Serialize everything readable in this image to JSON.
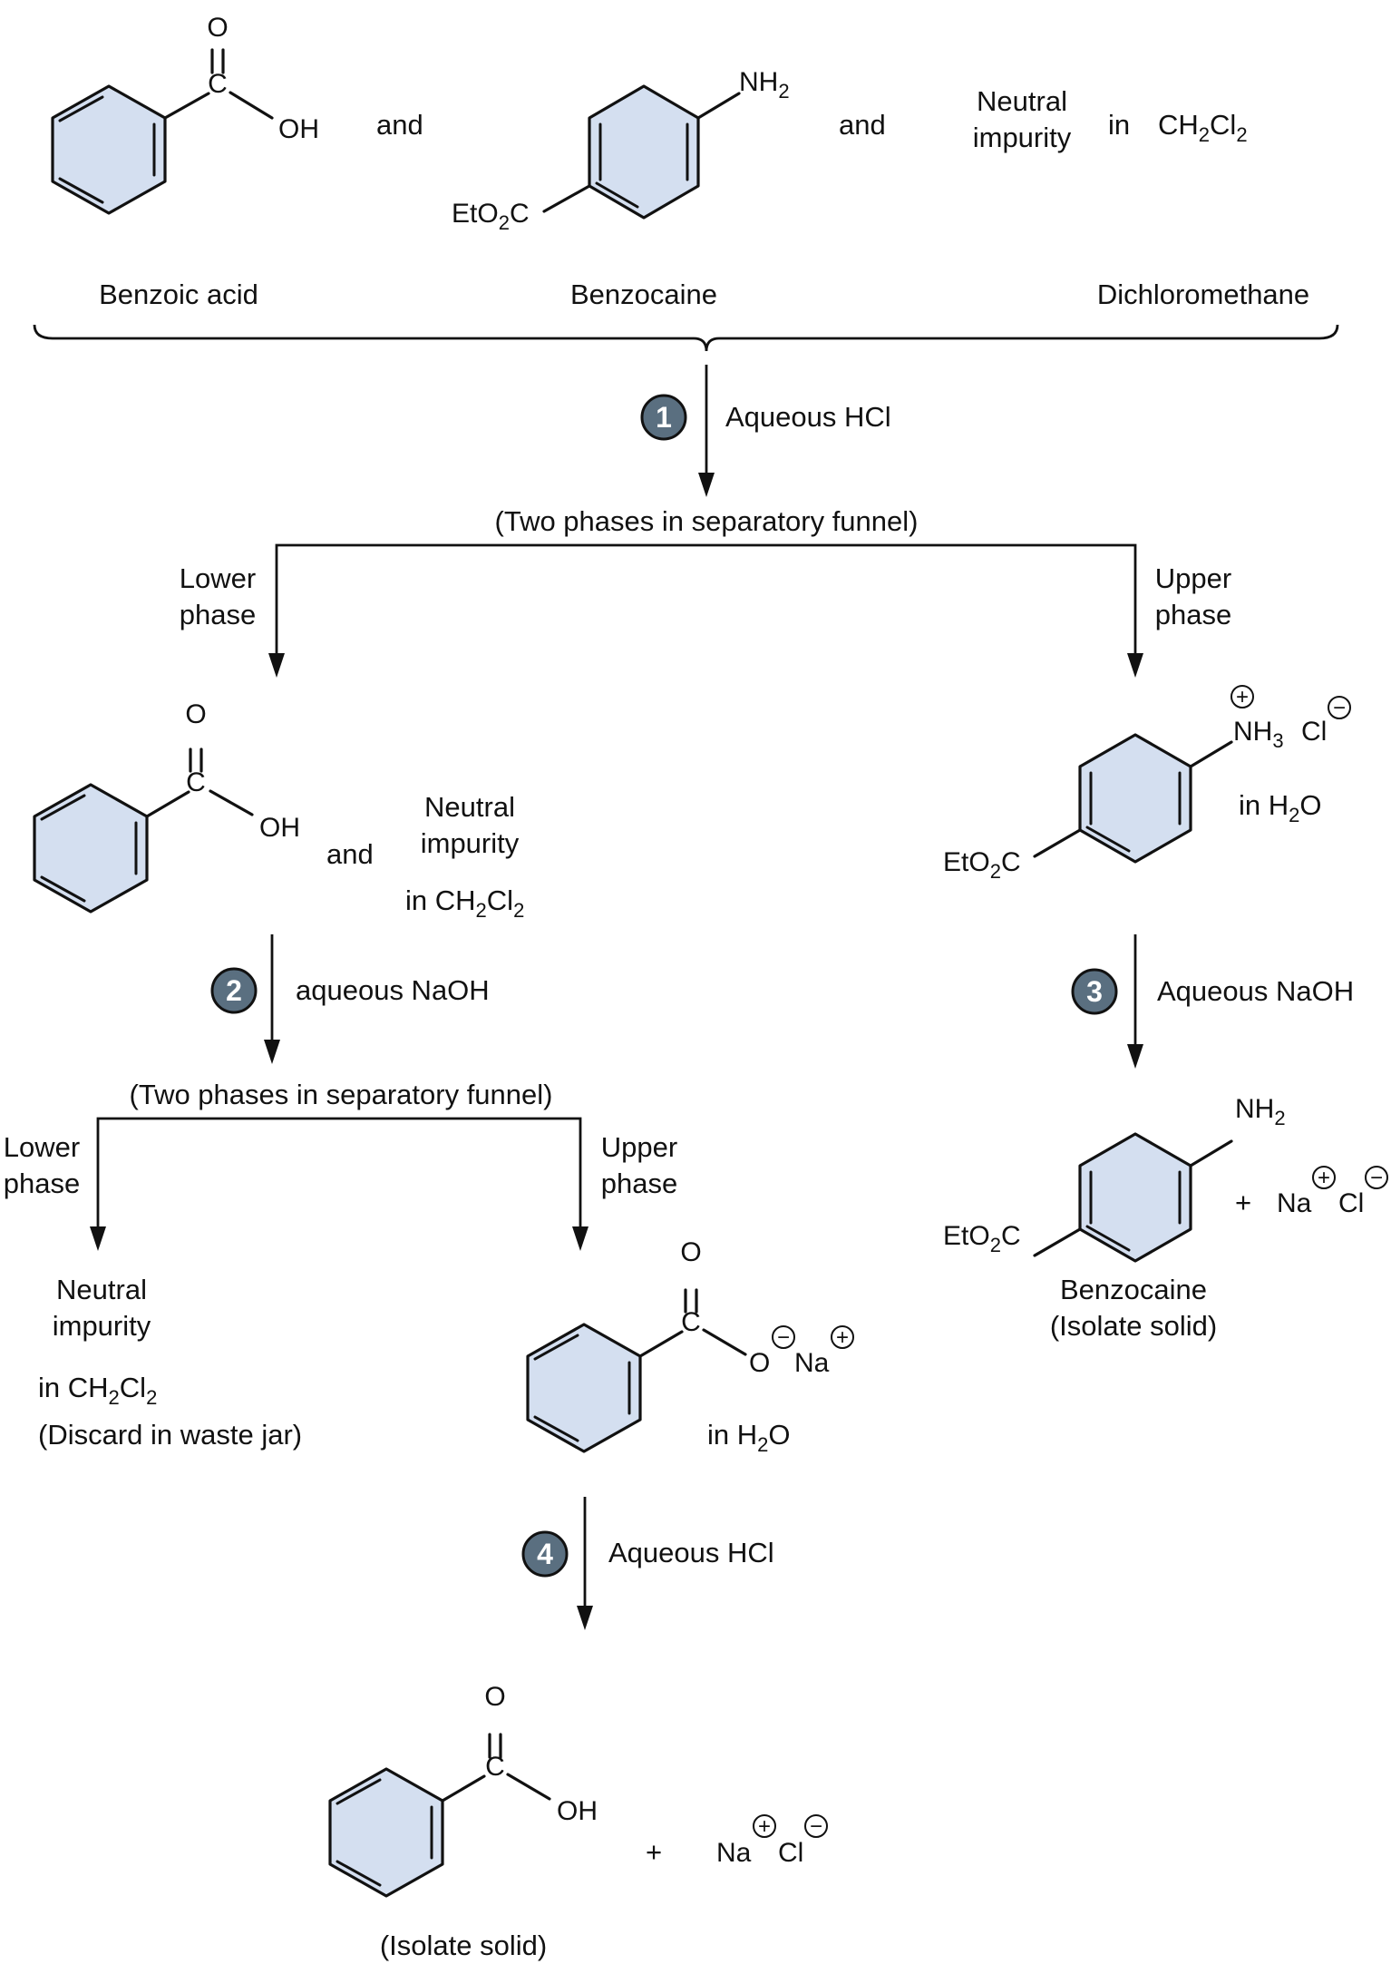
{
  "atoms": {
    "O": "O",
    "C": "C",
    "OH": "OH",
    "NH": "NH",
    "NH3_sub": "3",
    "NH2_sub": "2",
    "EtO": "EtO",
    "EtO2C_sub": "2",
    "EtO2C_tail": "C",
    "Cl": "Cl",
    "Na": "Na"
  },
  "charges": {
    "plus": "+",
    "minus": "−"
  },
  "conjunctions": {
    "and": "and",
    "in": "in",
    "plus": "+"
  },
  "solvent_ch2cl2": {
    "a": "CH",
    "s1": "2",
    "b": "Cl",
    "s2": "2"
  },
  "solvent_h2o": {
    "a": "in H",
    "s": "2",
    "b": "O"
  },
  "mixture": {
    "neutral_line1": "Neutral",
    "neutral_line2": "impurity",
    "name_benzoic": "Benzoic acid",
    "name_benzocaine": "Benzocaine",
    "name_solvent": "Dichloromethane"
  },
  "steps": [
    {
      "number": "1",
      "reagent": "Aqueous HCl"
    },
    {
      "number": "2",
      "reagent": "aqueous NaOH"
    },
    {
      "number": "3",
      "reagent": "Aqueous NaOH"
    },
    {
      "number": "4",
      "reagent": "Aqueous HCl"
    }
  ],
  "split1": {
    "header": "(Two phases in separatory funnel)",
    "lower_line1": "Lower",
    "lower_line2": "phase",
    "upper_line1": "Upper",
    "upper_line2": "phase"
  },
  "split2": {
    "header": "(Two phases in separatory funnel)",
    "lower_line1": "Lower",
    "lower_line2": "phase",
    "upper_line1": "Upper",
    "upper_line2": "phase"
  },
  "lower_branch": {
    "neutral_line1": "Neutral",
    "neutral_line2": "impurity",
    "in_prefix": "in",
    "discard": "(Discard in waste jar)"
  },
  "benzocaine_final": {
    "name": "Benzocaine",
    "note": "(Isolate solid)"
  },
  "final": {
    "note": "(Isolate solid)"
  }
}
